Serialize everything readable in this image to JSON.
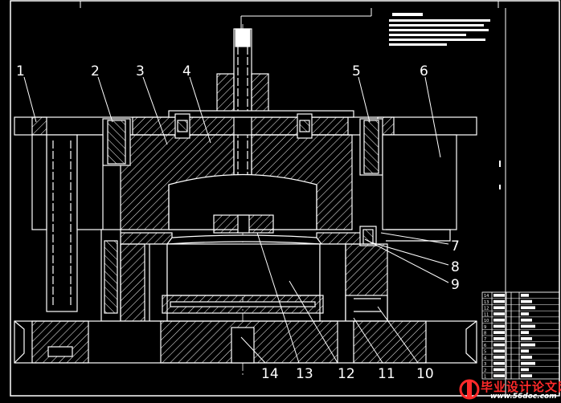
{
  "drawing": {
    "part_numbers": [
      "1",
      "2",
      "3",
      "4",
      "5",
      "6",
      "7",
      "8",
      "9",
      "10",
      "11",
      "12",
      "13",
      "14"
    ],
    "parts_table_rows": [
      "14",
      "13",
      "12",
      "11",
      "10",
      "9",
      "8",
      "7",
      "6",
      "5",
      "4",
      "3",
      "2",
      "1"
    ]
  },
  "watermark": {
    "title": "毕业设计论文网",
    "url": "www.56doc.com"
  },
  "colors": {
    "background": "#000000",
    "line": "#ffffff",
    "watermark_red": "#ff2a2a"
  }
}
